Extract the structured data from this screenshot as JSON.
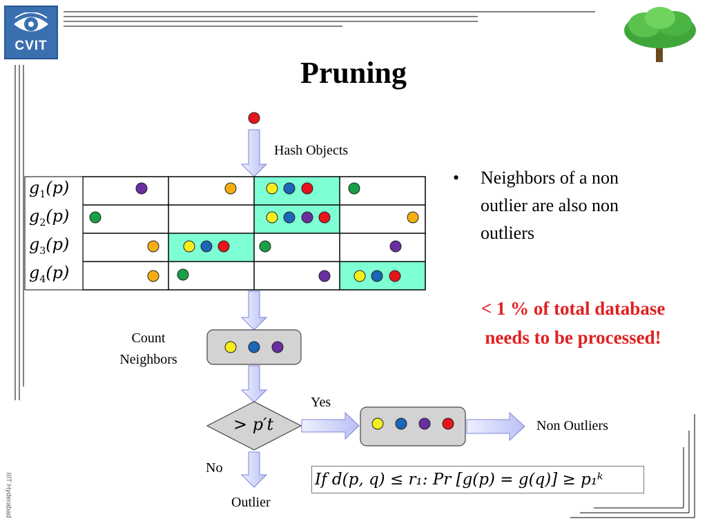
{
  "logo": {
    "text": "CVIT"
  },
  "title": "Pruning",
  "labels": {
    "hash_objects": "Hash Objects",
    "count_line1": "Count",
    "count_line2": "Neighbors",
    "yes": "Yes",
    "no": "No",
    "non_outliers": "Non Outliers",
    "outlier": "Outlier",
    "diamond": "> p′t"
  },
  "rows": [
    {
      "fn": "g",
      "sub": "1",
      "arg": "(p)"
    },
    {
      "fn": "g",
      "sub": "2",
      "arg": "(p)"
    },
    {
      "fn": "g",
      "sub": "3",
      "arg": "(p)"
    },
    {
      "fn": "g",
      "sub": "4",
      "arg": "(p)"
    }
  ],
  "bullet": {
    "text_line1": "Neighbors of a non",
    "text_line2": "outlier are also non",
    "text_line3": "outliers"
  },
  "highlight": {
    "line1": "< 1 % of  total database",
    "line2": "needs to be processed!"
  },
  "formula": {
    "text": "If  d(p, q) ≤ r₁: Pr [g(p) = g(q)] ≥  p₁ᵏ"
  },
  "footer": {
    "side_text": "IIIT Hyderabad"
  },
  "colors": {
    "red": "#e8141c",
    "green": "#17a046",
    "purple": "#6a2ea0",
    "orange": "#f5ad12",
    "yellow": "#f6ee1c",
    "blue": "#1c66b8",
    "cyan": "#7fffd4",
    "arrow": "#c8cef8",
    "box": "#d3d3d3"
  }
}
